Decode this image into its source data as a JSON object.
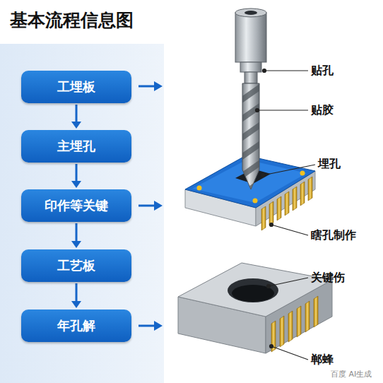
{
  "diagram": {
    "title": "基本流程信息图",
    "nodes": [
      {
        "text": [
          "工埋板"
        ]
      },
      {
        "text": [
          "主埋孔"
        ]
      },
      {
        "text": [
          "印作等关键"
        ]
      },
      {
        "text": [
          "工艺板"
        ]
      },
      {
        "text": [
          "年孔解"
        ]
      }
    ],
    "edges": [
      {
        "from": 0,
        "to": 1,
        "arrow": "to"
      },
      {
        "from": 1,
        "to": 2,
        "arrow": "to"
      },
      {
        "from": 2,
        "to": 3,
        "arrow": "to"
      },
      {
        "from": 3,
        "to": 4,
        "arrow": "to"
      }
    ],
    "labels": [
      "贴孔",
      "贴胶",
      "埋孔",
      "瞎孔制作",
      "关键伤",
      "郸蜂",
      "百度 AI生成"
    ]
  }
}
